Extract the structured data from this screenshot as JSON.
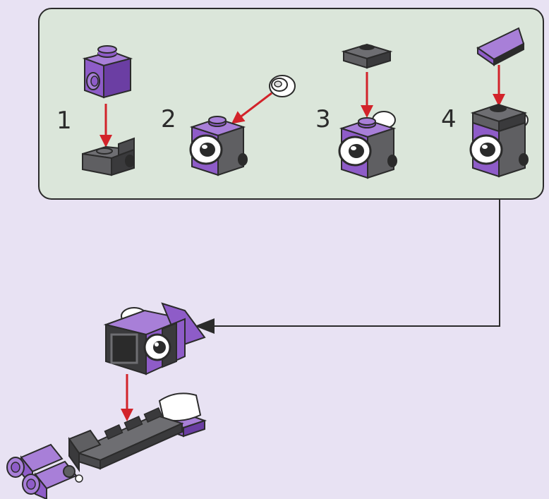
{
  "colors": {
    "page_bg": "#e8e2f3",
    "panel_bg": "#dbe6da",
    "panel_border": "#2b2b2b",
    "brick_purple": "#8e5cc8",
    "brick_purple_light": "#a87fd8",
    "brick_purple_dark": "#6b3ea3",
    "brick_gray": "#5f5f62",
    "brick_gray_dark": "#3a3a3c",
    "arrow_red": "#d2232a",
    "connector_line": "#2b2b2b",
    "eye_white": "#ffffff"
  },
  "panel": {
    "steps": [
      {
        "label": "1"
      },
      {
        "label": "2"
      },
      {
        "label": "3"
      },
      {
        "label": "4"
      }
    ]
  }
}
